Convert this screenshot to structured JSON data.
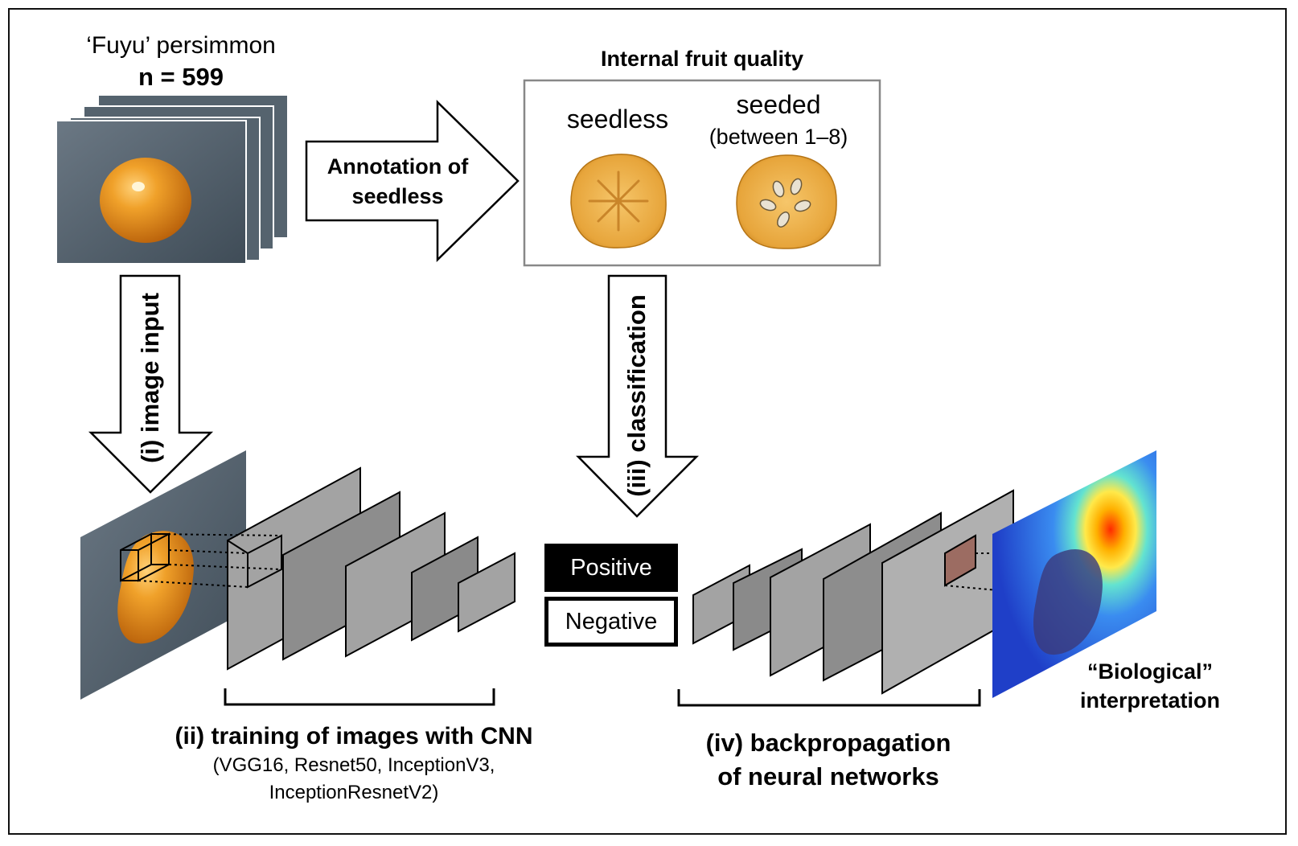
{
  "input": {
    "title": "‘Fuyu’ persimmon",
    "count": "n = 599"
  },
  "annotation_arrow": {
    "line1": "Annotation of",
    "line2": "seedless"
  },
  "quality": {
    "title": "Internal fruit quality",
    "seedless": "seedless",
    "seeded": "seeded",
    "seeded_range": "(between 1–8)"
  },
  "steps": {
    "input": "(i) image input",
    "training": "(ii) training of images with CNN",
    "models_line1": "(VGG16, Resnet50, InceptionV3,",
    "models_line2": "InceptionResnetV2)",
    "classification": "(iii) classification",
    "backprop_line1": "(iv) backpropagation",
    "backprop_line2": "of neural networks"
  },
  "outputs": {
    "positive": "Positive",
    "negative": "Negative"
  },
  "interpretation": {
    "line1": "“Biological”",
    "line2": "interpretation"
  },
  "colors": {
    "fruit": "#e8921a",
    "photo_bg": "#4f5d68",
    "layer_fill": "#9e9e9e",
    "heatmap_bg": "#2b5fd6",
    "positive_bg": "#000000"
  }
}
